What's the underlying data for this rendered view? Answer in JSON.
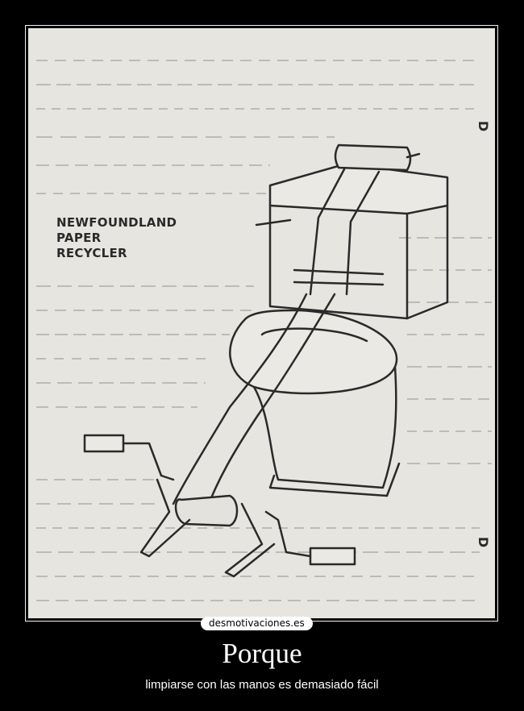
{
  "image": {
    "labels": [
      "NEWFOUNDLAND",
      "PAPER",
      "RECYCLER"
    ],
    "margin_marks": [
      "D",
      "D"
    ]
  },
  "watermark": "desmotivaciones.es",
  "poster": {
    "title": "Porque",
    "caption": "limpiarse con las manos es demasiado fácil"
  },
  "colors": {
    "background": "#000000",
    "paper": "#e7e5e0",
    "ink": "#2a2a2a",
    "text": "#ffffff"
  }
}
